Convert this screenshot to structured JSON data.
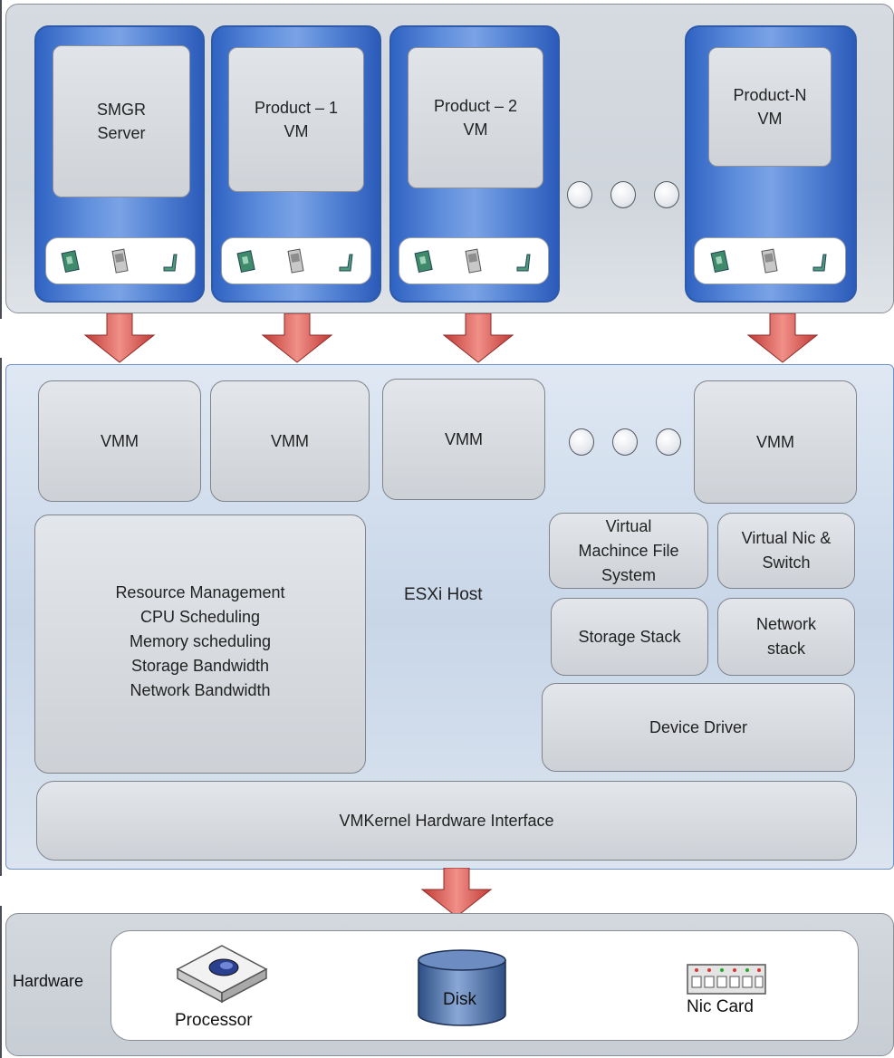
{
  "vm_layer": {
    "cards": [
      {
        "label": "SMGR\nServer"
      },
      {
        "label": "Product – 1\nVM"
      },
      {
        "label": "Product – 2\nVM"
      },
      {
        "label": "Product-N\nVM"
      }
    ]
  },
  "esxi": {
    "vmm_boxes": [
      {
        "label": "VMM"
      },
      {
        "label": "VMM"
      },
      {
        "label": "VMM"
      },
      {
        "label": "VMM"
      }
    ],
    "host_label": "ESXi Host",
    "resource_management": "Resource Management\nCPU Scheduling\nMemory scheduling\nStorage Bandwidth\nNetwork Bandwidth",
    "vmfs": "Virtual\nMachince File\nSystem",
    "virtual_nic": "Virtual Nic &\nSwitch",
    "storage_stack": "Storage Stack",
    "network_stack": "Network\nstack",
    "device_driver": "Device Driver",
    "vmkernel": "VMKernel Hardware Interface"
  },
  "hardware": {
    "title": "Hardware",
    "processor": "Processor",
    "disk": "Disk",
    "nic": "Nic Card"
  },
  "colors": {
    "vm_card_blue": "#3a6cc8",
    "arrow_red": "#d9534f"
  }
}
